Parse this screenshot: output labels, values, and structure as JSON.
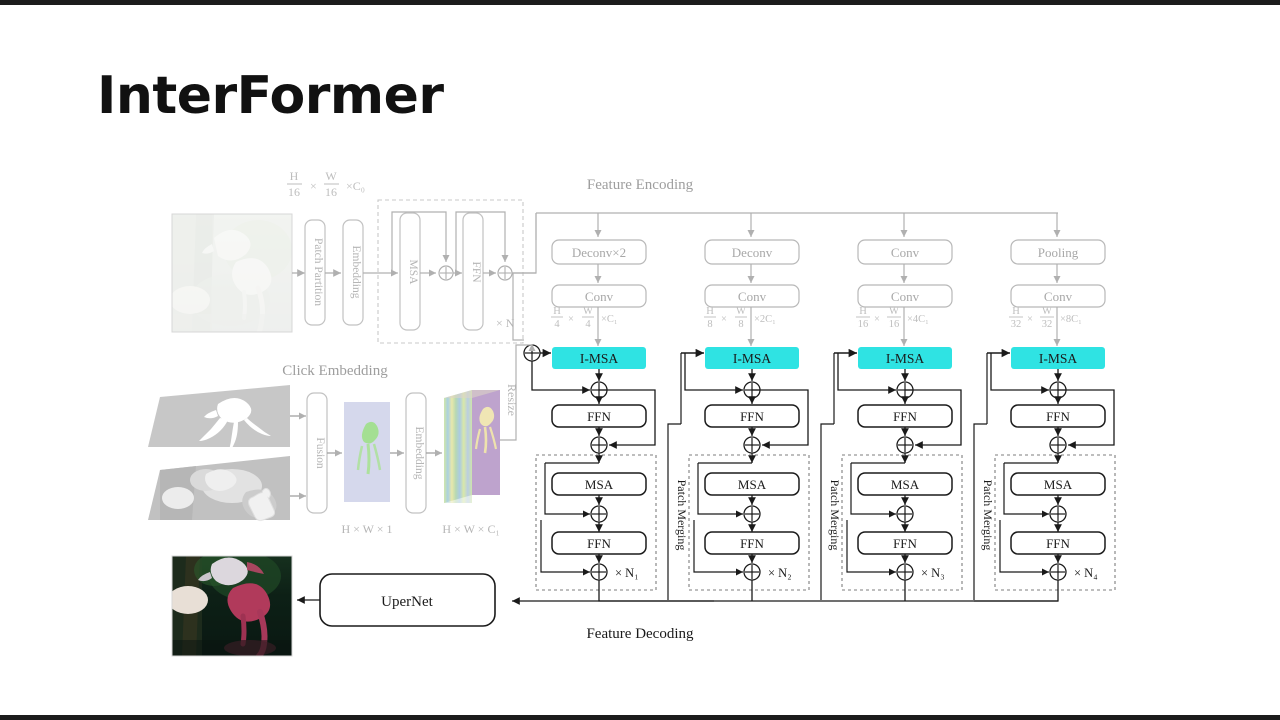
{
  "slide": {
    "title": "InterFormer",
    "background": "#ffffff",
    "bar_color": "#1c1c1c"
  },
  "colors": {
    "accent_imsa": "#2fe3e3",
    "faded_gray": "#b9b9b9",
    "line_dark": "#1a1a1a",
    "line_light": "#b0b0b0",
    "dashed": "#9a9a9a"
  },
  "diagram": {
    "section_labels": {
      "feature_encoding": "Feature Encoding",
      "click_embedding": "Click Embedding",
      "feature_decoding": "Feature Decoding"
    },
    "input_stem": {
      "dim_label": "H/16 × W/16 × C₀",
      "dim_parts": {
        "n1": "H",
        "d1": "16",
        "n2": "W",
        "d2": "16",
        "tail": "C₀"
      },
      "blocks": [
        {
          "id": "patch-partition",
          "label": "Patch Partition"
        },
        {
          "id": "embedding",
          "label": "Embedding"
        }
      ],
      "transformer": {
        "msa": "MSA",
        "ffn": "FFN",
        "repeat": "× N"
      }
    },
    "click_embedding": {
      "fusion": "Fusion",
      "embedding": "Embedding",
      "resize": "Resize",
      "dim_map": "H × W × 1",
      "dim_feat": "H × W × C₁",
      "planes": [
        {
          "id": "click-mask-plane",
          "kind": "mask"
        },
        {
          "id": "click-image-plane",
          "kind": "photo"
        }
      ]
    },
    "encoder_columns": [
      {
        "id": "col-1",
        "top_op": "Deconv×2",
        "conv": "Conv",
        "dim": {
          "n1": "H",
          "d1": "4",
          "n2": "W",
          "d2": "4",
          "tail": "C₁"
        },
        "imsa": "I-MSA",
        "ffn": "FFN",
        "msa": "MSA",
        "dec_ffn": "FFN",
        "repeat": "× N₁",
        "merge_label": "Patch Merging"
      },
      {
        "id": "col-2",
        "top_op": "Deconv",
        "conv": "Conv",
        "dim": {
          "n1": "H",
          "d1": "8",
          "n2": "W",
          "d2": "8",
          "tail": "2C₁"
        },
        "imsa": "I-MSA",
        "ffn": "FFN",
        "msa": "MSA",
        "dec_ffn": "FFN",
        "repeat": "× N₂",
        "merge_label": "Patch Merging"
      },
      {
        "id": "col-3",
        "top_op": "Conv",
        "conv": "Conv",
        "dim": {
          "n1": "H",
          "d1": "16",
          "n2": "W",
          "d2": "16",
          "tail": "4C₁"
        },
        "imsa": "I-MSA",
        "ffn": "FFN",
        "msa": "MSA",
        "dec_ffn": "FFN",
        "repeat": "× N₃",
        "merge_label": "Patch Merging"
      },
      {
        "id": "col-4",
        "top_op": "Pooling",
        "conv": "Conv",
        "dim": {
          "n1": "H",
          "d1": "32",
          "n2": "W",
          "d2": "32",
          "tail": "8C₁"
        },
        "imsa": "I-MSA",
        "ffn": "FFN",
        "msa": "MSA",
        "dec_ffn": "FFN",
        "repeat": "× N₄",
        "merge_label": ""
      }
    ],
    "head": {
      "upernet": "UperNet"
    },
    "images": {
      "input_photo": "flamingo-input-faded",
      "output_photo": "flamingo-output-segmented"
    }
  }
}
